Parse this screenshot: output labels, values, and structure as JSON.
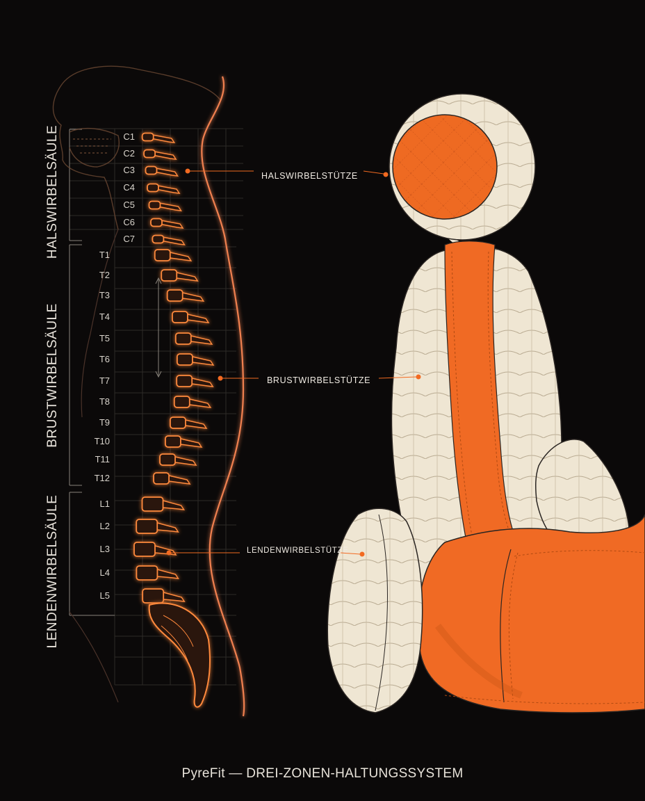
{
  "zones": {
    "cervical": "HALSWIRBELSÄULE",
    "thoracic": "BRUSTWIRBELSÄULE",
    "lumbar": "LENDENWIRBELSÄULE"
  },
  "vertebrae": {
    "cervical": [
      "C1",
      "C2",
      "C3",
      "C4",
      "C5",
      "C6",
      "C7"
    ],
    "thoracic": [
      "T1",
      "T2",
      "T3",
      "T4",
      "T5",
      "T6",
      "T7",
      "T8",
      "T9",
      "T10",
      "T11",
      "T12"
    ],
    "lumbar": [
      "L1",
      "L2",
      "L3",
      "L4",
      "L5"
    ]
  },
  "callouts": {
    "neck": "HALSWIRBELSTÜTZE",
    "chest": "BRUSTWIRBELSTÜTZE",
    "lumbar": "LENDENWIRBELSTÜTZE"
  },
  "footer": {
    "brand": "PyreFit",
    "separator": " — ",
    "title": "DREI-ZONEN-HALTUNGSSYSTEM"
  },
  "colors": {
    "background": "#0b0909",
    "accent": "#f26a21",
    "cream": "#efe6d3",
    "glow": "#ff8a3d"
  }
}
